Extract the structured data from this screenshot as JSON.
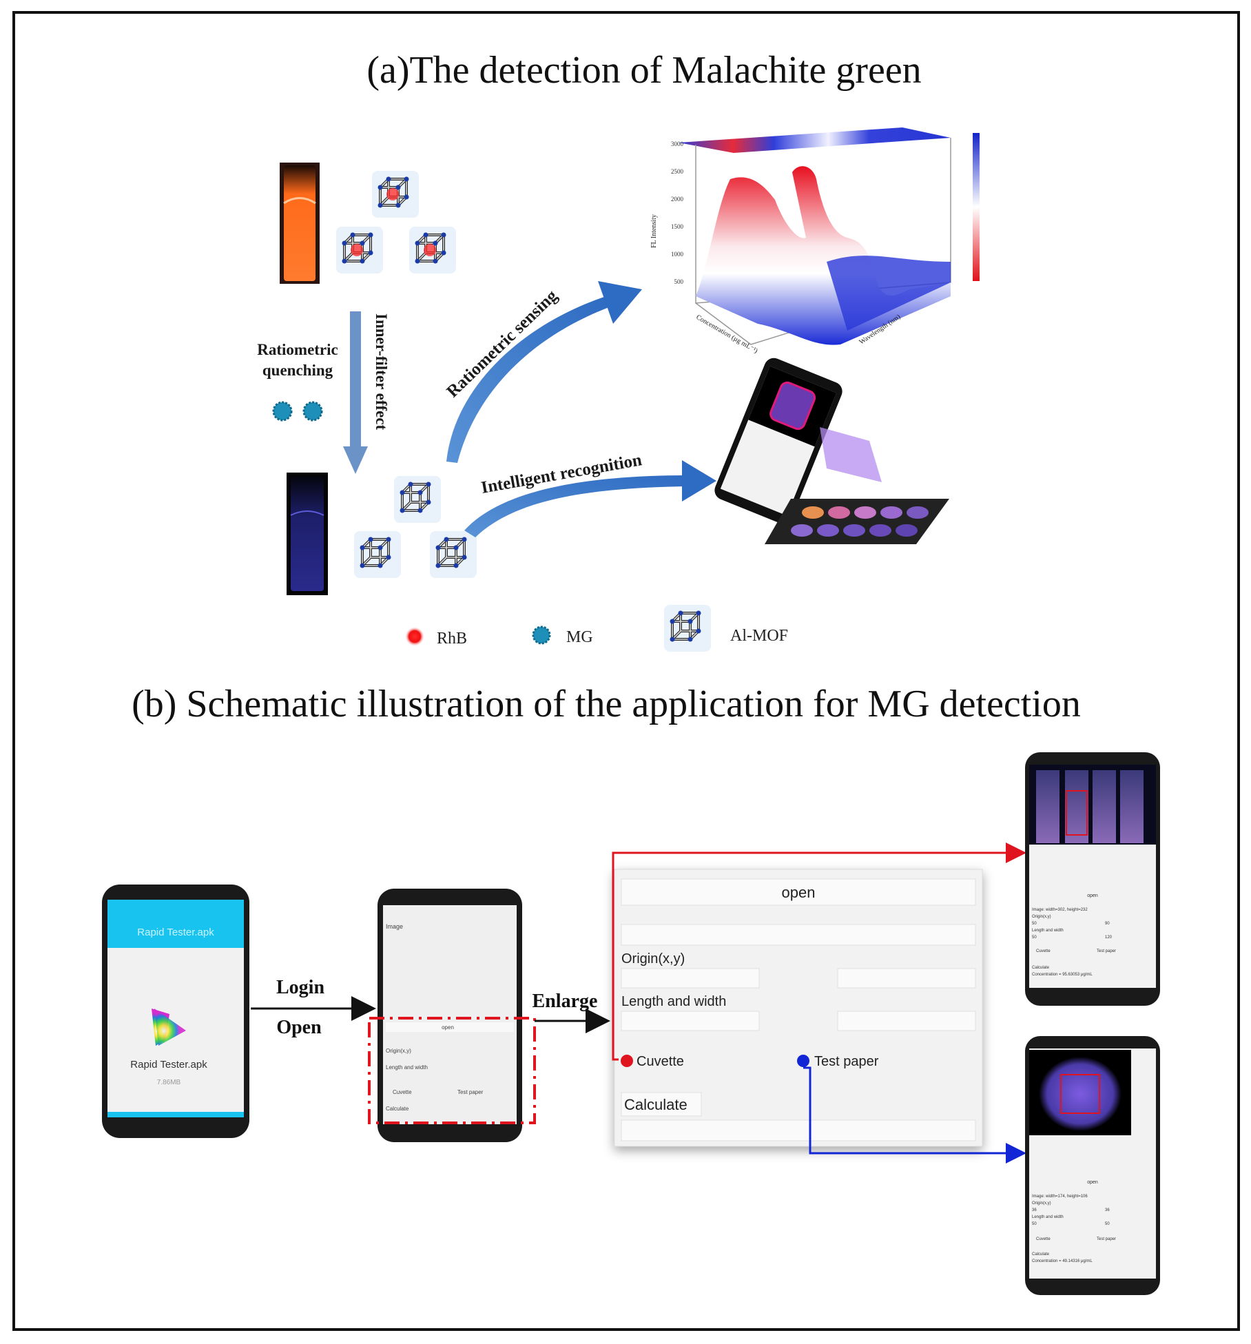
{
  "panel_a": {
    "title": "(a)The detection of Malachite green",
    "ratiometric_quenching_line1": "Ratiometric",
    "ratiometric_quenching_line2": "quenching",
    "inner_filter": "Inner-filter effect",
    "ratiometric_sensing": "Ratiometric sensing",
    "intelligent_recognition": "Intelligent recognition",
    "plot_axis_z": "FL Intensity",
    "plot_axis_x": "Concentration (µg mL⁻¹)",
    "plot_axis_y": "Wavelength (nm)",
    "plot_z_ticks": [
      "3000",
      "2500",
      "2000",
      "1500",
      "1000",
      "500"
    ],
    "legend": {
      "rhb": "RhB",
      "mg": "MG",
      "almof": "Al-MOF"
    }
  },
  "panel_b": {
    "title": "(b) Schematic illustration of the application for MG detection",
    "arrow1_top": "Login",
    "arrow1_bottom": "Open",
    "arrow2": "Enlarge",
    "phone1": {
      "app_title": "Rapid Tester.apk",
      "app_name": "Rapid Tester.apk",
      "size": "7.86MB"
    },
    "phone2": {
      "image_label": "Image",
      "open": "open",
      "origin": "Origin(x,y)",
      "length": "Length and width",
      "cuvette": "Cuvette",
      "test_paper": "Test paper",
      "calculate": "Calculate"
    },
    "enlarged": {
      "open": "open",
      "origin": "Origin(x,y)",
      "length": "Length and width",
      "cuvette": "Cuvette",
      "test_paper": "Test paper",
      "calculate": "Calculate"
    },
    "result_top": {
      "open": "open",
      "image_info": "Image: width=302, height=232",
      "origin": "Origin(x,y)",
      "o1": "50",
      "o2": "90",
      "length": "Length and width",
      "l1": "50",
      "l2": "120",
      "cuvette": "Cuvette",
      "test_paper": "Test paper",
      "calculate": "Calculate",
      "concentration": "Concentration = 95.63053 μg/mL"
    },
    "result_bottom": {
      "open": "open",
      "image_info": "Image: width=174, height=106",
      "origin": "Origin(x,y)",
      "o1": "36",
      "o2": "36",
      "length": "Length and width",
      "l1": "50",
      "l2": "50",
      "cuvette": "Cuvette",
      "test_paper": "Test paper",
      "calculate": "Calculate",
      "concentration": "Concentration = 49.14316 μg/mL"
    }
  },
  "colors": {
    "arrow_blue": "#3d7bc6",
    "red": "#e0141e",
    "blue": "#1226d6",
    "mg_teal": "#1d8fb8",
    "cyan_bar": "#19c3f0"
  }
}
